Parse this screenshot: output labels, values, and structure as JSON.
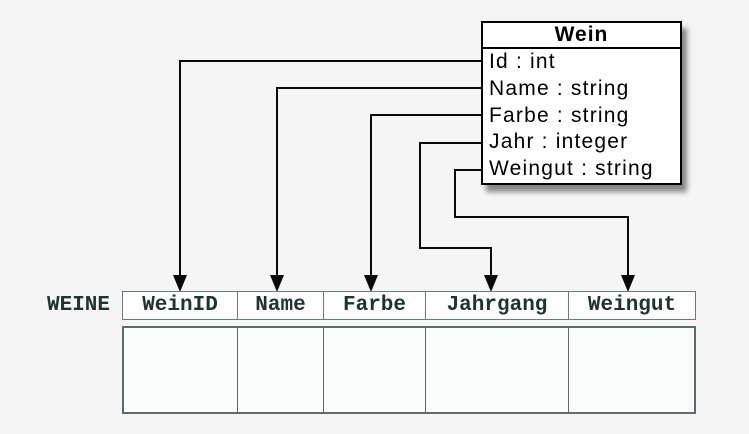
{
  "class_box": {
    "title": "Wein",
    "attributes": [
      "Id : int",
      "Name : string",
      "Farbe : string",
      "Jahr : integer",
      "Weingut : string"
    ]
  },
  "table": {
    "label": "WEINE",
    "columns": [
      "WeinID",
      "Name",
      "Farbe",
      "Jahrgang",
      "Weingut"
    ],
    "body_rows": 1
  },
  "mapping": [
    {
      "from": "Id",
      "to": "WeinID"
    },
    {
      "from": "Name",
      "to": "Name"
    },
    {
      "from": "Farbe",
      "to": "Farbe"
    },
    {
      "from": "Jahr",
      "to": "Jahrgang"
    },
    {
      "from": "Weingut",
      "to": "Weingut"
    }
  ],
  "colors": {
    "background": "#f5f5f6",
    "line": "#0a0a0a",
    "box_background": "#ffffff",
    "box_border": "#000000",
    "table_text": "#1f3333",
    "header_border": "#6b7a7a",
    "body_border": "#5c6a6a"
  }
}
